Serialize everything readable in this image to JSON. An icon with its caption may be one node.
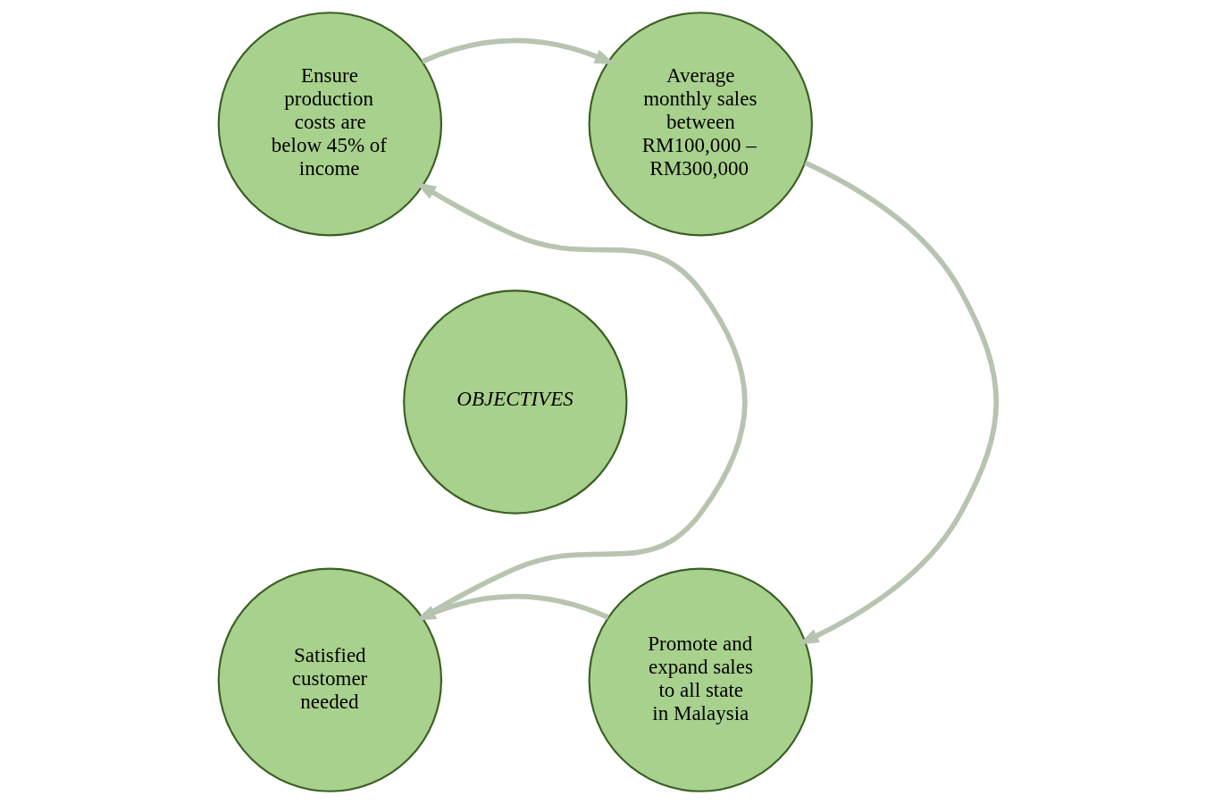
{
  "diagram": {
    "nodes": [
      {
        "text": [
          "Ensure production costs are below 45% of income"
        ]
      },
      {
        "text": [
          "Average monthly sales between RM100,000 – RM300,000"
        ]
      },
      {
        "text": [
          "Promote and expand sales to all state in Malaysia"
        ]
      },
      {
        "text": [
          "Satisfied customer needed"
        ]
      },
      {
        "text": [
          "OBJECTIVES"
        ]
      }
    ],
    "edges": [
      {
        "from": 0,
        "to": 1,
        "arrow": "to"
      },
      {
        "from": 1,
        "to": 2,
        "arrow": "to"
      },
      {
        "from": 2,
        "to": 3,
        "arrow": "to"
      },
      {
        "from": 3,
        "to": 0,
        "arrow": "to"
      }
    ]
  }
}
